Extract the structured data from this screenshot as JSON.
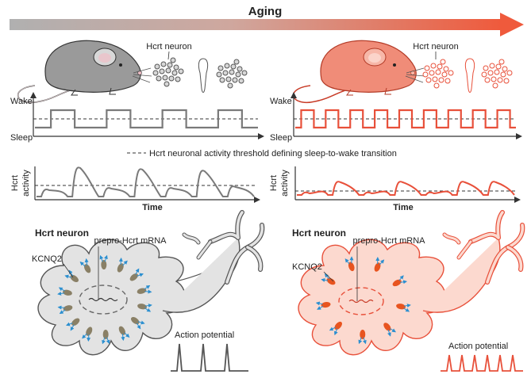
{
  "header": {
    "title": "Aging"
  },
  "labels": {
    "hcrt_neuron": "Hcrt neuron",
    "wake": "Wake",
    "sleep": "Sleep",
    "threshold_legend": "Hcrt neuronal activity threshold defining sleep-to-wake transition",
    "activity_label_line1": "Hcrt",
    "activity_label_line2": "activity",
    "time": "Time",
    "hcrt_neuron_bold": "Hcrt neuron",
    "mrna": "prepro-Hcrt mRNA",
    "kcnq2": "KCNQ2",
    "action_potential": "Action potential"
  },
  "colors": {
    "young": "#7a7a7a",
    "young_fill": "#c9c9c9",
    "aged": "#e8503a",
    "aged_fill": "#f3a08f",
    "arrow_start": "#9a9a9a",
    "arrow_end": "#ef5a3c"
  },
  "panels": {
    "young": {
      "sleep_wake_bouts": 4,
      "activity_bursts": 7,
      "action_potential_spikes": 3
    },
    "aged": {
      "sleep_wake_bouts": 9,
      "activity_bursts": 7,
      "action_potential_spikes": 6
    }
  }
}
